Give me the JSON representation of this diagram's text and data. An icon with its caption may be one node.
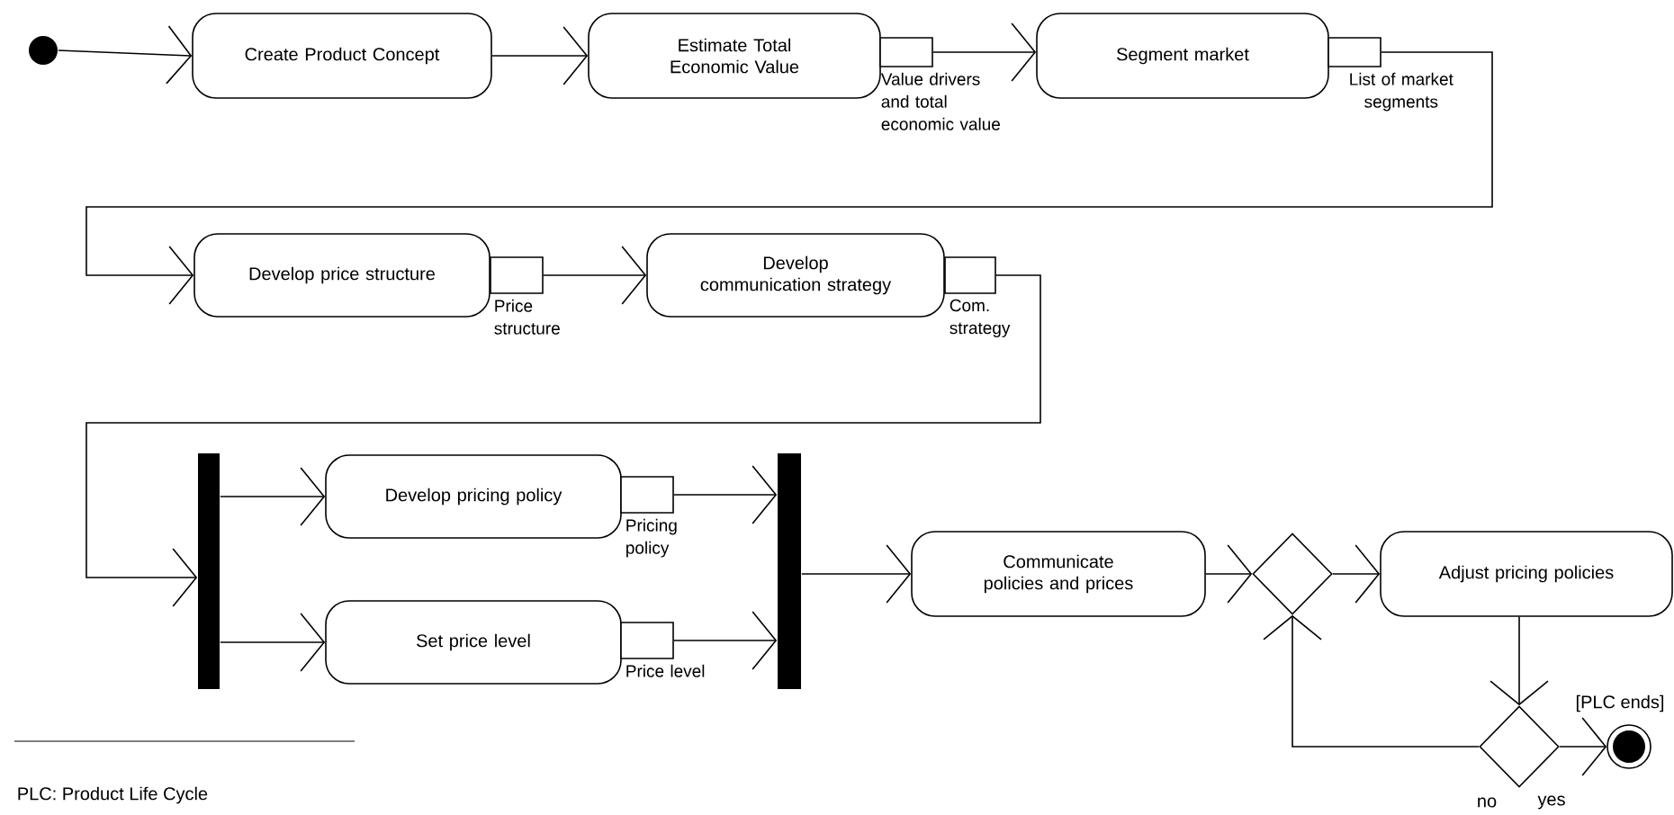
{
  "diagram": {
    "nodes": [
      {
        "text": [],
        "shape": "circle"
      },
      {
        "text": [
          "Create Product Concept"
        ]
      },
      {
        "text": [
          "Estimate Total Economic Value"
        ]
      },
      {
        "text": [],
        "shape": "box",
        "beside": [
          "Value drivers and total economic value"
        ]
      },
      {
        "text": [
          "Segment market"
        ]
      },
      {
        "text": [],
        "shape": "box",
        "beside": [
          "List of market segments"
        ]
      },
      {
        "text": [
          "Develop price structure"
        ]
      },
      {
        "text": [],
        "shape": "box",
        "beside": [
          "Price structure"
        ]
      },
      {
        "text": [
          "Develop communication strategy"
        ]
      },
      {
        "text": [],
        "shape": "box",
        "beside": [
          "Com. strategy"
        ]
      },
      {
        "text": [],
        "shape": "bar"
      },
      {
        "text": [
          "Develop pricing policy"
        ]
      },
      {
        "text": [],
        "shape": "box",
        "beside": [
          "Pricing policy"
        ]
      },
      {
        "text": [
          "Set price level"
        ]
      },
      {
        "text": [],
        "shape": "box",
        "beside": [
          "Price level"
        ]
      },
      {
        "text": [],
        "shape": "bar"
      },
      {
        "text": [
          "Communicate policies and prices"
        ]
      },
      {
        "text": [],
        "shape": "diamond"
      },
      {
        "text": [
          "Adjust pricing policies"
        ]
      },
      {
        "text": [],
        "shape": "diamond"
      },
      {
        "text": [],
        "shape": "circle"
      }
    ],
    "edges": [
      {
        "from": 0,
        "to": 1,
        "arrow": "to"
      },
      {
        "from": 1,
        "to": 2,
        "arrow": "to"
      },
      {
        "from": 3,
        "to": 4,
        "arrow": "to"
      },
      {
        "from": 5,
        "to": 6,
        "arrow": "to"
      },
      {
        "from": 7,
        "to": 8,
        "arrow": "to"
      },
      {
        "from": 9,
        "to": 10,
        "arrow": "to"
      },
      {
        "from": 10,
        "to": 11,
        "arrow": "to"
      },
      {
        "from": 10,
        "to": 13,
        "arrow": "to"
      },
      {
        "from": 12,
        "to": 15,
        "arrow": "to"
      },
      {
        "from": 14,
        "to": 15,
        "arrow": "to"
      },
      {
        "from": 15,
        "to": 16,
        "arrow": "to"
      },
      {
        "from": 16,
        "to": 17,
        "arrow": "to"
      },
      {
        "from": 17,
        "to": 18,
        "arrow": "to"
      },
      {
        "from": 18,
        "to": 19,
        "arrow": "to"
      },
      {
        "from": 19,
        "to": 17,
        "arrow": "to",
        "label": "no"
      },
      {
        "from": 19,
        "to": 20,
        "arrow": "to",
        "label": "yes"
      }
    ],
    "labels": [
      "[PLC ends]",
      "PLC: Product Life Cycle"
    ]
  }
}
